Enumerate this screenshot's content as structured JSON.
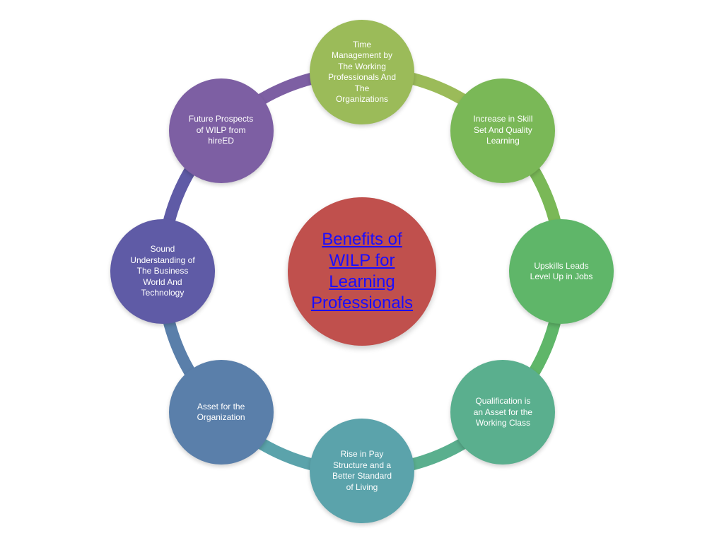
{
  "diagram": {
    "center": {
      "label": "Benefits of\nWILP for\nLearning\nProfessionals",
      "color": "#c0504d",
      "link_color": "#1a0dff"
    },
    "nodes": [
      {
        "label": "Time\nManagement by\nThe Working\nProfessionals And\nThe\nOrganizations",
        "color": "#9bbb59"
      },
      {
        "label": "Increase in Skill\nSet And Quality\nLearning",
        "color": "#7ab857"
      },
      {
        "label": "Upskills Leads\nLevel Up in Jobs",
        "color": "#5fb669"
      },
      {
        "label": "Qualification is\nan Asset for the\nWorking Class",
        "color": "#5aaf8e"
      },
      {
        "label": "Rise in Pay\nStructure and a\nBetter Standard\nof Living",
        "color": "#5ba3ab"
      },
      {
        "label": "Asset for the\nOrganization",
        "color": "#5a7faa"
      },
      {
        "label": "Sound\nUnderstanding of\nThe Business\nWorld And\nTechnology",
        "color": "#5f5ba6"
      },
      {
        "label": "Future Prospects\nof WILP from\nhireED",
        "color": "#7d5fa3"
      }
    ]
  }
}
